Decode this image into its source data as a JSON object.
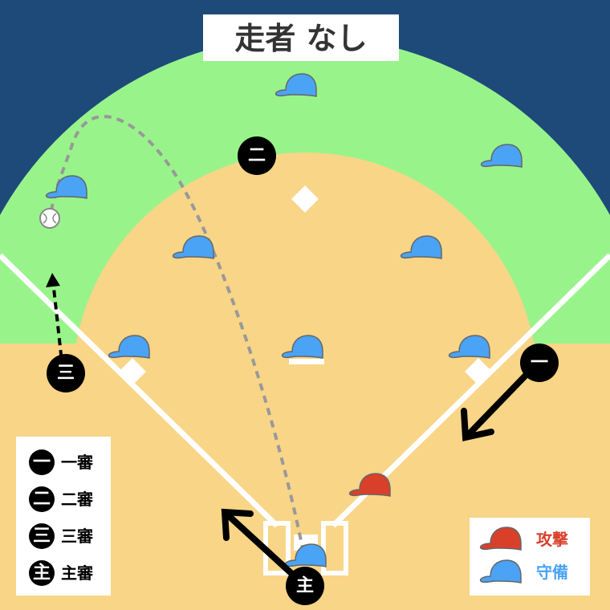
{
  "title": "走者 なし",
  "colors": {
    "sky": "#1e4a7a",
    "grass": "#98f48a",
    "dirt": "#f8d587",
    "offense": "#d9402a",
    "defense": "#4aa3f5",
    "line": "#ffffff"
  },
  "umpires": {
    "first": "一",
    "second": "二",
    "third": "三",
    "home": "主"
  },
  "umpire_legend": [
    {
      "mark": "一",
      "label": "一審"
    },
    {
      "mark": "二",
      "label": "二審"
    },
    {
      "mark": "三",
      "label": "三審"
    },
    {
      "mark": "主",
      "label": "主審"
    }
  ],
  "team_legend": [
    {
      "label": "攻撃",
      "color": "#d9402a"
    },
    {
      "label": "守備",
      "color": "#4aa3f5"
    }
  ]
}
